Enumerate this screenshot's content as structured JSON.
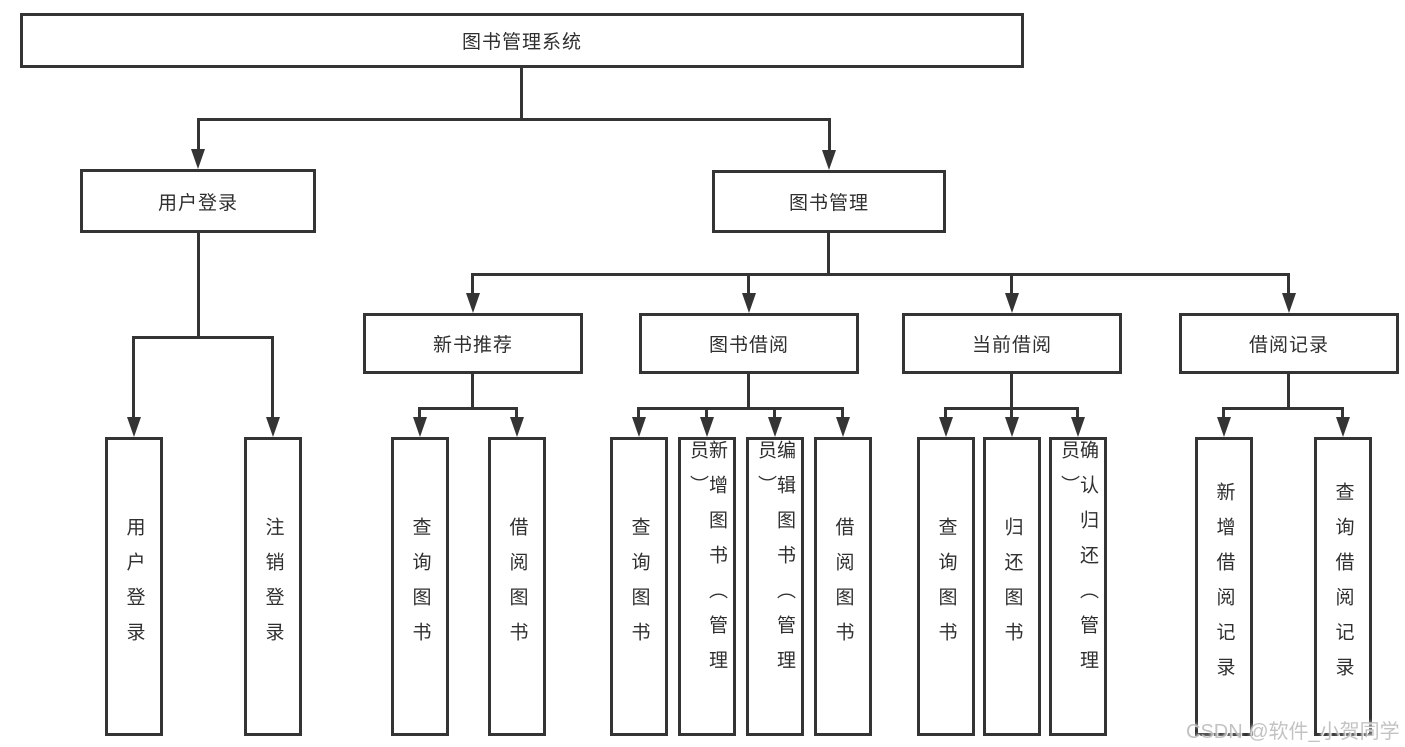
{
  "colors": {
    "line": "#343434",
    "text": "#2f2f2f",
    "watermark": "#bdbdbd",
    "background": "#ffffff"
  },
  "watermark": {
    "text": "CSDN @软件_小贺同学"
  },
  "tree": {
    "root": {
      "label": "图书管理系统"
    },
    "children": [
      {
        "label": "用户登录",
        "children": [
          {
            "label": "用户登录"
          },
          {
            "label": "注销登录"
          }
        ]
      },
      {
        "label": "图书管理",
        "children": [
          {
            "label": "新书推荐",
            "children": [
              {
                "label": "查询图书"
              },
              {
                "label": "借阅图书"
              }
            ]
          },
          {
            "label": "图书借阅",
            "children": [
              {
                "label": "查询图书"
              },
              {
                "label": "新增图书（管理员）"
              },
              {
                "label": "编辑图书（管理员）"
              },
              {
                "label": "借阅图书"
              }
            ]
          },
          {
            "label": "当前借阅",
            "children": [
              {
                "label": "查询图书"
              },
              {
                "label": "归还图书"
              },
              {
                "label": "确认归还（管理员）"
              }
            ]
          },
          {
            "label": "借阅记录",
            "children": [
              {
                "label": "新增借阅记录"
              },
              {
                "label": "查询借阅记录"
              }
            ]
          }
        ]
      }
    ]
  }
}
